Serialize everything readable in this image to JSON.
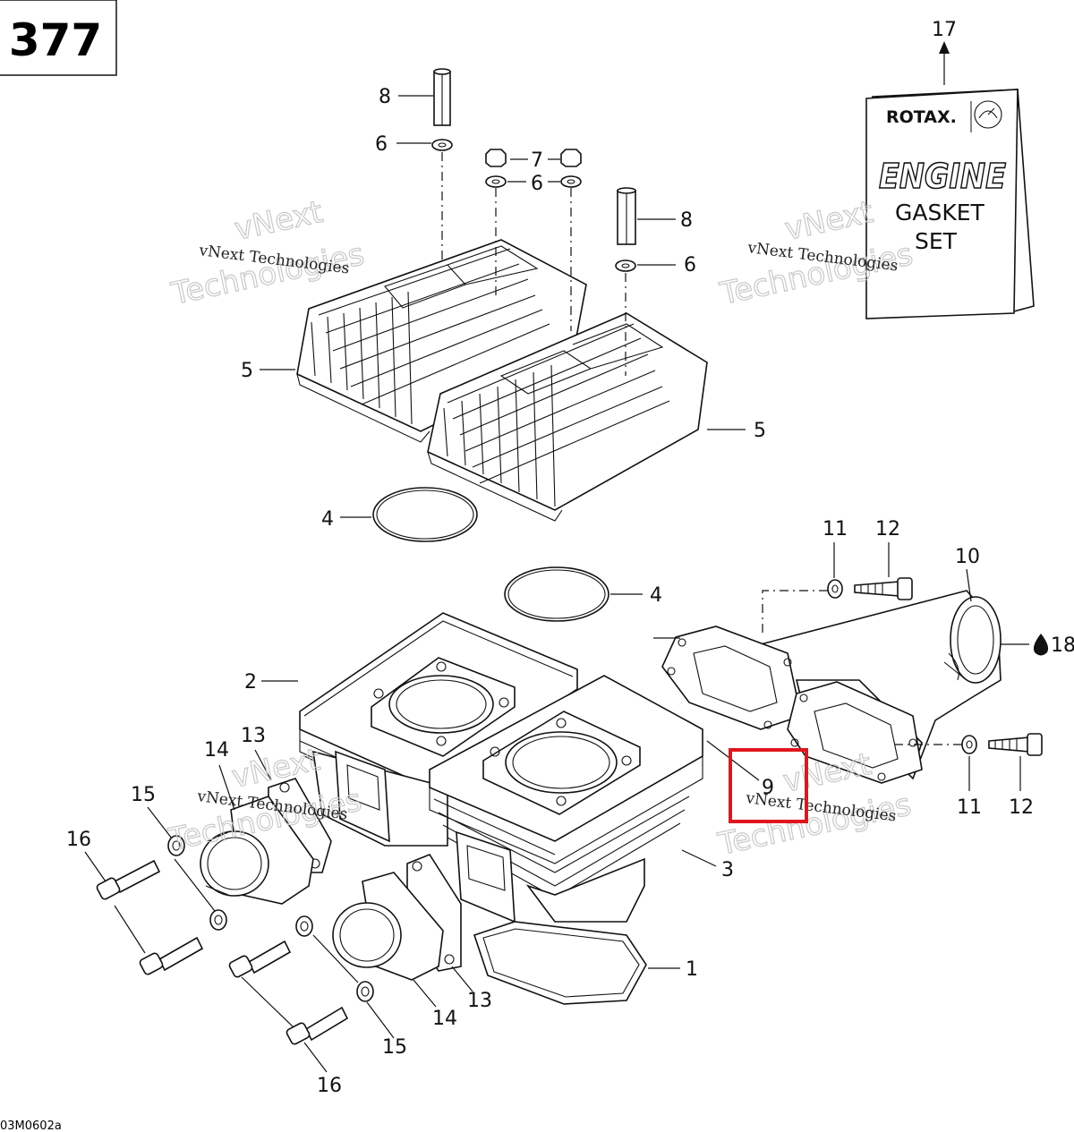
{
  "page_number": "377",
  "drawing_code": "03M0602a",
  "callouts": {
    "c1": "1",
    "c2": "2",
    "c3": "3",
    "c4a": "4",
    "c4b": "4",
    "c5a": "5",
    "c5b": "5",
    "c6a": "6",
    "c6b": "6",
    "c6c": "6",
    "c7": "7",
    "c8a": "8",
    "c8b": "8",
    "c9": "9",
    "c10": "10",
    "c11a": "11",
    "c11b": "11",
    "c12a": "12",
    "c12b": "12",
    "c13a": "13",
    "c13b": "13",
    "c14a": "14",
    "c14b": "14",
    "c15a": "15",
    "c15b": "15",
    "c16a": "16",
    "c16b": "16",
    "c17": "17",
    "c18": "18"
  },
  "gasket_kit": {
    "brand": "ROTAX.",
    "line1": "ENGINE",
    "line2": "GASKET",
    "line3": "SET"
  },
  "watermark": {
    "small": "vNext Technologies",
    "big": "Technologies",
    "big_top": "vNext"
  },
  "highlight": {
    "callout": "9",
    "color": "#e0161c"
  }
}
